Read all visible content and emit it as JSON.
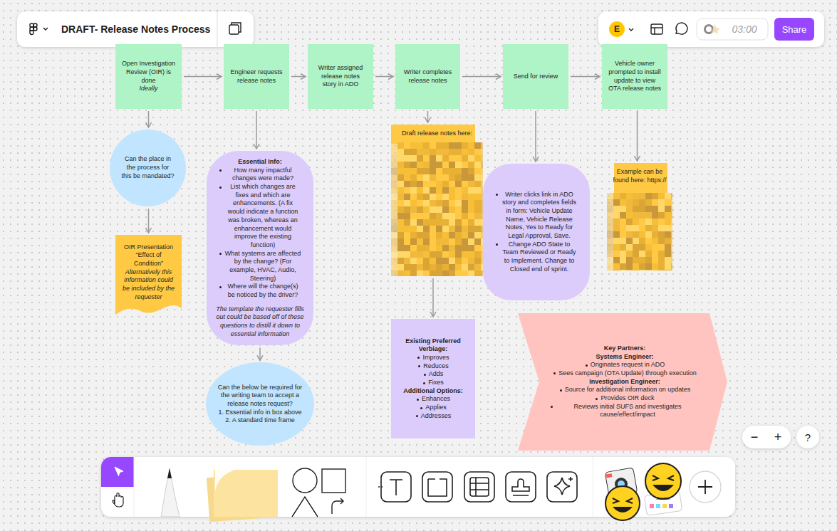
{
  "diagram": {
    "title": "DRAFT- Release Notes Process",
    "nodes": [
      {
        "text": [
          "Open Investigation Review (OIR) is done",
          "Ideally"
        ]
      },
      {
        "text": [
          "Engineer requests release notes"
        ]
      },
      {
        "text": [
          "Writer assigned release notes story in ADO"
        ]
      },
      {
        "text": [
          "Writer completes release notes"
        ]
      },
      {
        "text": [
          "Send for review"
        ]
      },
      {
        "text": [
          "Vehicle owner prompted to install update to view OTA release notes"
        ]
      },
      {
        "text": [
          "Can the place in the process for this be mandated?"
        ]
      },
      {
        "text": [
          "OIR Presentation “Effect of Condition”",
          "Alternatively this information could be included by the requester"
        ]
      },
      {
        "text": [
          "Essential Info:",
          "How many impactful changes were made?",
          "List which changes are fixes and which are enhancements. (A fix would indicate a function was broken, whereas an enhancement would improve the existing function)",
          "What systems are affected by the change? (For example, HVAC, Audio, Steering)",
          "Where will the change(s) be noticed by the driver?",
          "The template the requester fills out could be based off of these questions to distill it down to essential information"
        ]
      },
      {
        "text": [
          "Can the below be required for the writing team to accept a release notes request?",
          "1. Essential info in box above",
          "2. A standard time frame"
        ]
      },
      {
        "text": [
          "Draft release notes here:"
        ]
      },
      {
        "text": [
          "Writer clicks link in ADO story and completes fields in form: Vehicle Update Name, Vehicle Release Notes, Yes to Ready for Legal Approval, Save.",
          "Change ADO State to Team Reviewed or Ready to Implement. Change to Closed end of sprint."
        ]
      },
      {
        "text": [
          "Example can be found here: https://"
        ]
      },
      {
        "text": [
          "Existing Preferred Verbiage:",
          "Improves",
          "Reduces",
          "Adds",
          "Fixes",
          "Additional Options:",
          "Enhances",
          "Applies",
          "Addresses"
        ]
      },
      {
        "text": [
          "Key Partners:",
          "Systems Engineer:",
          "Originates request in ADO",
          "Sees campaign (OTA Update) through execution",
          "Investigation Engineer:",
          "Source for additional information on updates",
          "Provides OIR deck",
          "Reviews initial SUFS and investigates cause/effect/impact"
        ]
      }
    ],
    "edges": [
      {
        "from": 0,
        "to": 1,
        "arrow": "to"
      },
      {
        "from": 1,
        "to": 2,
        "arrow": "to"
      },
      {
        "from": 2,
        "to": 3,
        "arrow": "to"
      },
      {
        "from": 3,
        "to": 4,
        "arrow": "to"
      },
      {
        "from": 4,
        "to": 5,
        "arrow": "to"
      },
      {
        "from": 0,
        "to": 6,
        "arrow": "to"
      },
      {
        "from": 6,
        "to": 7,
        "arrow": "to"
      },
      {
        "from": 1,
        "to": 8,
        "arrow": "to"
      },
      {
        "from": 8,
        "to": 9,
        "arrow": "to"
      },
      {
        "from": 3,
        "to": 10,
        "arrow": "to"
      },
      {
        "from": 10,
        "to": 13,
        "arrow": "to"
      },
      {
        "from": 4,
        "to": 11,
        "arrow": "to"
      },
      {
        "from": 5,
        "to": 12,
        "arrow": "to"
      }
    ],
    "labels": [
      "E",
      "03:00",
      "Share",
      "−",
      "+",
      "?",
      "Jambot"
    ]
  }
}
